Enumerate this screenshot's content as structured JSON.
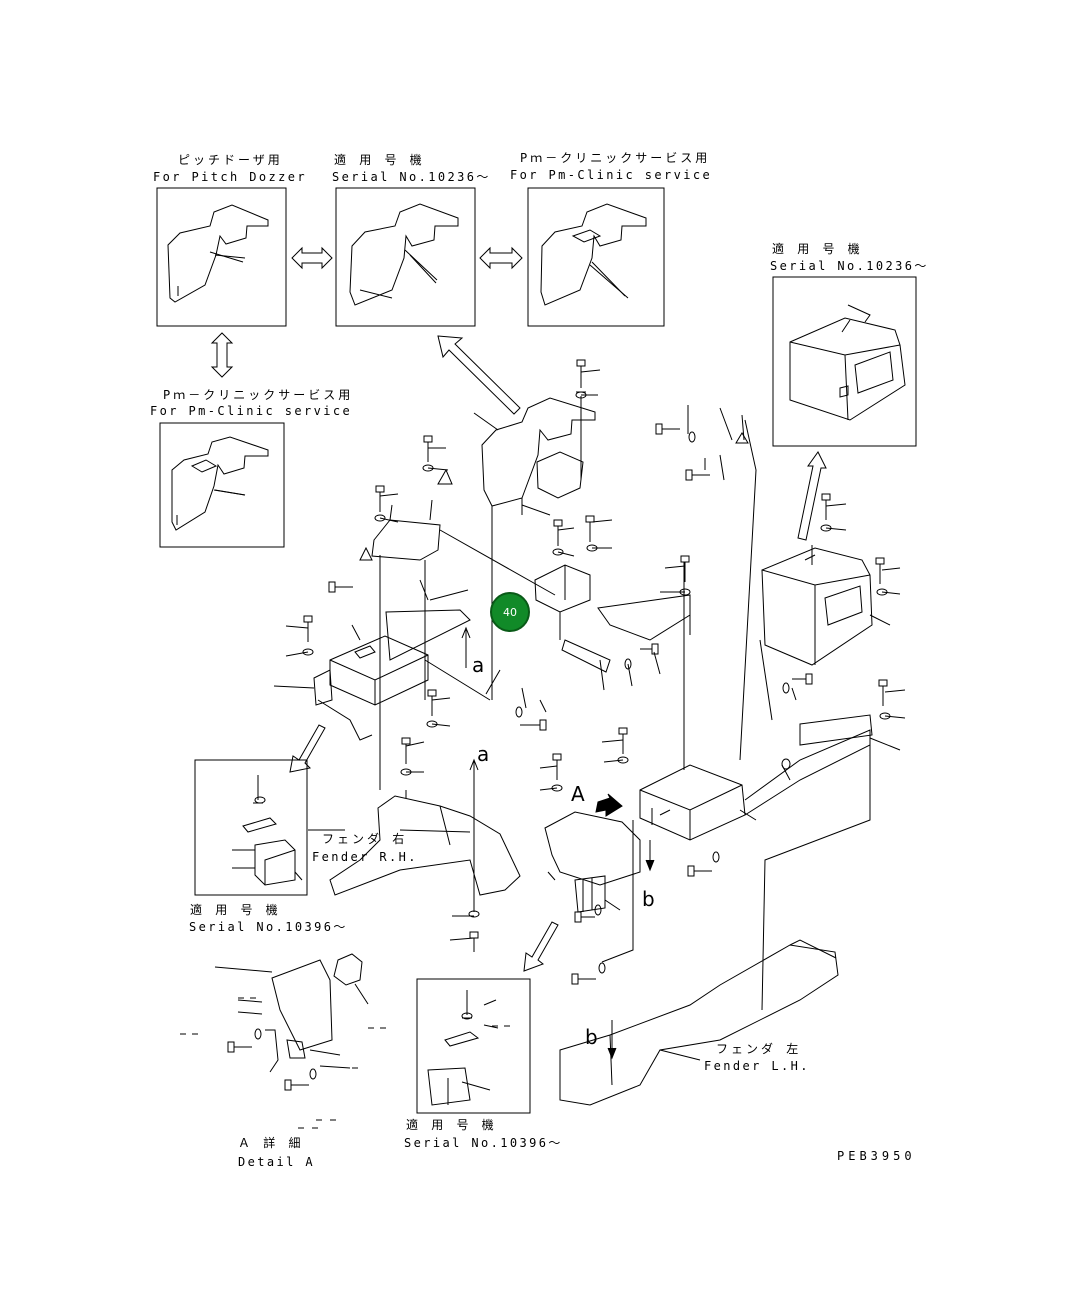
{
  "labels": {
    "pitch_dozzer_jp": "ピッチドーザ用",
    "pitch_dozzer_en": "For Pitch Dozzer",
    "serial_10236_jp": "適 用 号 機",
    "serial_10236_en": "Serial No.10236～",
    "pm_clinic_top_jp": "Pｍ－クリニックサービス用",
    "pm_clinic_top_en": "For Pm-Clinic service",
    "pm_clinic_left_jp": "Pｍ－クリニックサービス用",
    "pm_clinic_left_en": "For Pm-Clinic service",
    "serial_right_jp": "適 用 号 機",
    "serial_right_en": "Serial No.10236～",
    "serial_10396_left_jp": "適 用 号 機",
    "serial_10396_left_en": "Serial No.10396～",
    "serial_10396_mid_jp": "適 用 号 機",
    "serial_10396_mid_en": "Serial No.10396～",
    "fender_rh_jp": "フェンダ 右",
    "fender_rh_en": "Fender R.H.",
    "fender_lh_jp": "フェンダ 左",
    "fender_lh_en": "Fender L.H.",
    "detail_a_jp": "Ａ 詳 細",
    "detail_a_en": "Detail A",
    "drawing_code": "PEB3950"
  },
  "view_letters": {
    "a_upper": "a",
    "a_lower": "a",
    "A": "A",
    "b_upper": "b",
    "b_lower": "b"
  },
  "callout": {
    "number": "40",
    "color": "#118a28"
  }
}
